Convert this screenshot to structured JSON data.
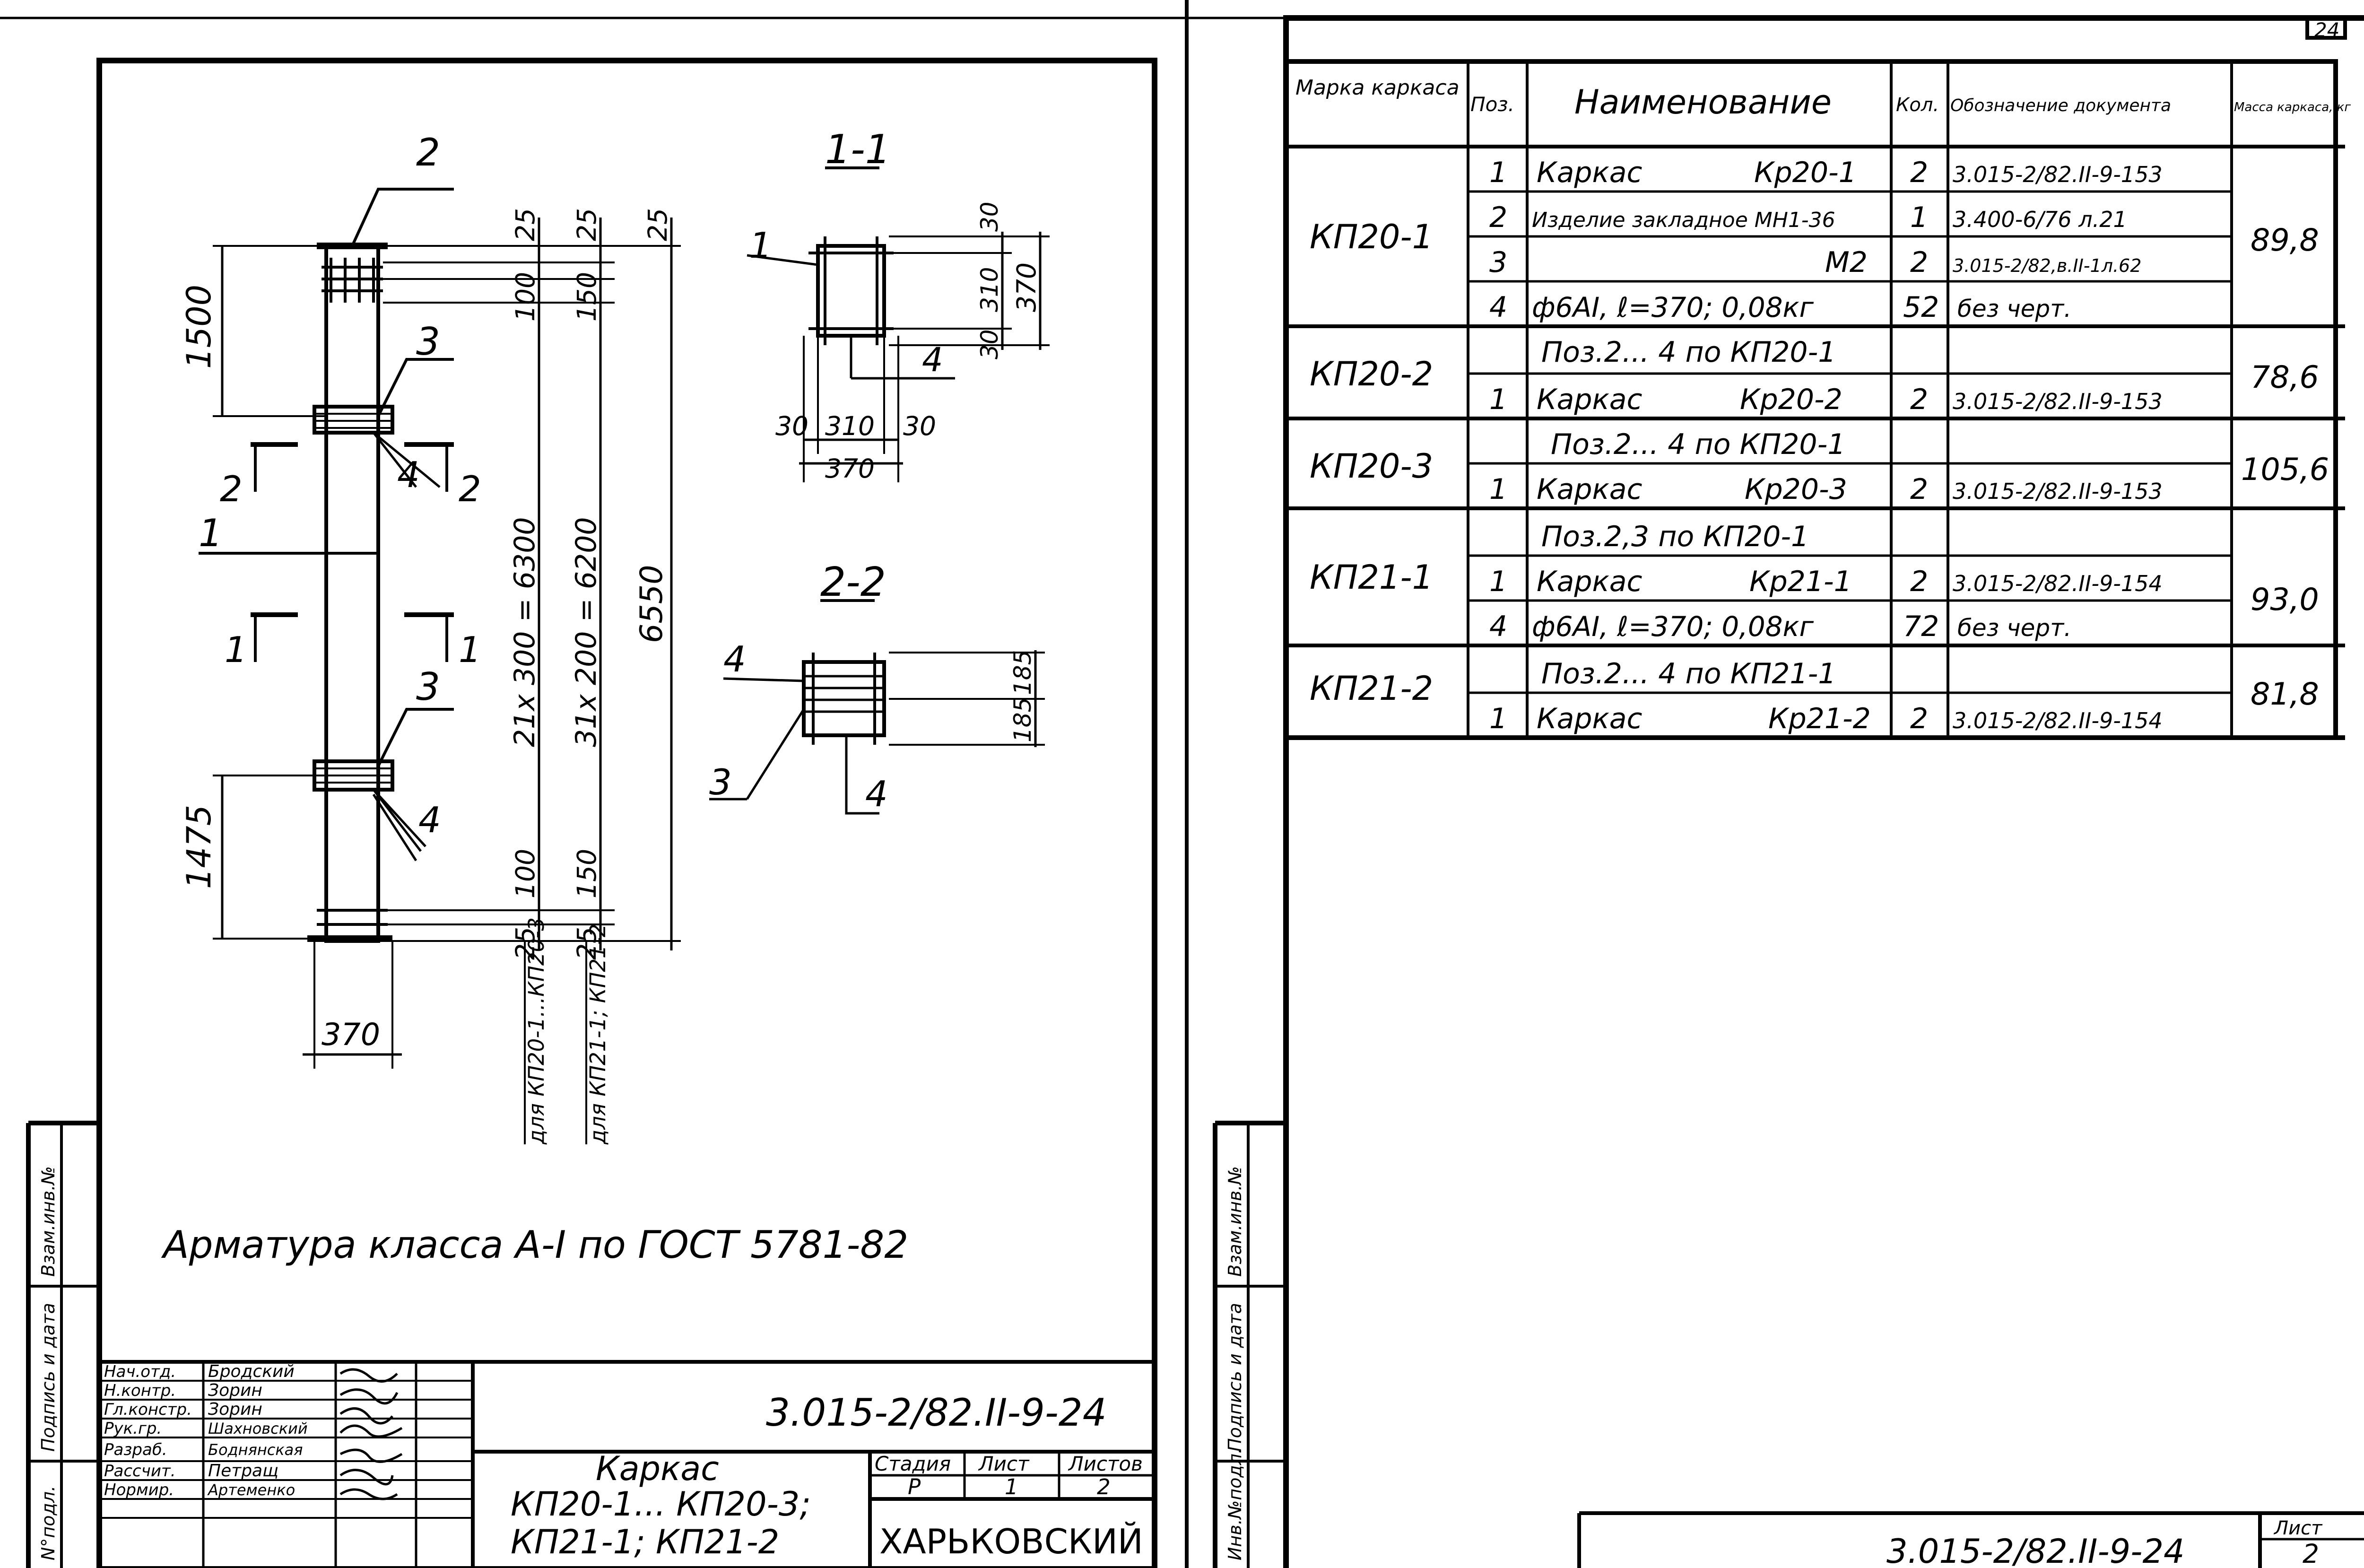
{
  "page_number_top": "24",
  "left_sheet": {
    "section_1_1": "1-1",
    "section_2_2": "2-2",
    "labels": {
      "pos2": "2",
      "pos3a": "3",
      "pos3b": "3",
      "pos4a": "4",
      "pos4b": "4",
      "pos1": "1",
      "cut2_left": "2",
      "cut2_right": "2",
      "cut1_left": "1",
      "cut1_right": "1",
      "s11_pos1": "1",
      "s11_pos4": "4",
      "s22_pos4": "4",
      "s22_pos3": "3",
      "s22_pos4b": "4"
    },
    "dims": {
      "d1500": "1500",
      "d1475": "1475",
      "d370_bottom": "370",
      "d25_a": "25",
      "d25_b": "25",
      "d25_c": "25",
      "d25_d": "25",
      "d25_e": "25",
      "d100_top": "100",
      "d150_top": "150",
      "d100_bot": "100",
      "d150_bot": "150",
      "d_21x300": "21x 300 = 6300",
      "d_31x200": "31x 200 = 6200",
      "d6550": "6550",
      "for_kp20": "для КП20-1...КП20-3",
      "for_kp21": "для КП21-1; КП21-2",
      "s11_30a": "30",
      "s11_310": "310",
      "s11_30b": "30",
      "s11_370": "370",
      "s11_30c": "30",
      "s11_310b": "310",
      "s11_30d": "30",
      "s11_370b": "370",
      "s22_185a": "185",
      "s22_185b": "185"
    },
    "note": "Арматура класса А-I по ГОСТ 5781-82",
    "side_stamp": [
      "Взам.инв.№",
      "Подпись и дата",
      "N°подл."
    ],
    "title_block": {
      "code": "3.015-2/82.II-9-24",
      "roles": [
        "Нач.отд.",
        "Н.контр.",
        "Гл.констр.",
        "Рук.гр.",
        "Разраб.",
        "Рассчит.",
        "Нормир."
      ],
      "names": [
        "Бродский",
        "Зорин",
        "Зорин",
        "Шахновский",
        "Боднянская",
        "Петращ",
        "Артеменко"
      ],
      "title_lines": [
        "Каркас",
        "КП20-1... КП20-3;",
        "КП21-1; КП21-2"
      ],
      "stage_hdr": "Стадия",
      "sheet_hdr": "Лист",
      "sheets_hdr": "Листов",
      "stage": "Р",
      "sheet": "1",
      "sheets": "2",
      "org": "ХАРЬКОВСКИЙ"
    }
  },
  "right_sheet": {
    "side_stamp": [
      "Взам.инв.№",
      "Подпись и дата",
      "Инв.№подл."
    ],
    "table": {
      "headers": {
        "mark": "Марка каркаса",
        "pos": "Поз.",
        "name": "Наименование",
        "qty": "Кол.",
        "doc": "Обозначение документа",
        "mass": "Масса каркаса, кг"
      },
      "groups": [
        {
          "mark": "КП20-1",
          "mass": "89,8",
          "rows": [
            {
              "pos": "1",
              "name": "Каркас",
              "name2": "Кр20-1",
              "qty": "2",
              "doc": "3.015-2/82.II-9-153"
            },
            {
              "pos": "2",
              "name": "Изделие закладное МН1-36",
              "name2": "",
              "qty": "1",
              "doc": "3.400-6/76 л.21"
            },
            {
              "pos": "3",
              "name": "",
              "name2": "М2",
              "qty": "2",
              "doc": "3.015-2/82,в.II-1л.62"
            },
            {
              "pos": "4",
              "name": "ф6АI, ℓ=370; 0,08кг",
              "name2": "",
              "qty": "52",
              "doc": "без черт."
            }
          ]
        },
        {
          "mark": "КП20-2",
          "mass": "78,6",
          "rows": [
            {
              "pos": "",
              "name": "Поз.2... 4 по КП20-1",
              "name2": "",
              "qty": "",
              "doc": ""
            },
            {
              "pos": "1",
              "name": "Каркас",
              "name2": "Кр20-2",
              "qty": "2",
              "doc": "3.015-2/82.II-9-153"
            }
          ]
        },
        {
          "mark": "КП20-3",
          "mass": "105,6",
          "rows": [
            {
              "pos": "",
              "name": "Поз.2... 4 по КП20-1",
              "name2": "",
              "qty": "",
              "doc": ""
            },
            {
              "pos": "1",
              "name": "Каркас",
              "name2": "Кр20-3",
              "qty": "2",
              "doc": "3.015-2/82.II-9-153"
            }
          ]
        },
        {
          "mark": "КП21-1",
          "mass": "93,0",
          "rows": [
            {
              "pos": "",
              "name": "Поз.2,3 по КП20-1",
              "name2": "",
              "qty": "",
              "doc": ""
            },
            {
              "pos": "1",
              "name": "Каркас",
              "name2": "Кр21-1",
              "qty": "2",
              "doc": "3.015-2/82.II-9-154"
            },
            {
              "pos": "4",
              "name": "ф6АI, ℓ=370; 0,08кг",
              "name2": "",
              "qty": "72",
              "doc": "без черт."
            }
          ]
        },
        {
          "mark": "КП21-2",
          "mass": "81,8",
          "rows": [
            {
              "pos": "",
              "name": "Поз.2... 4 по КП21-1",
              "name2": "",
              "qty": "",
              "doc": ""
            },
            {
              "pos": "1",
              "name": "Каркас",
              "name2": "Кр21-2",
              "qty": "2",
              "doc": "3.015-2/82.II-9-154"
            }
          ]
        }
      ]
    },
    "footer_code": "3.015-2/82.II-9-24",
    "sheet_hdr": "Лист",
    "sheet_no": "2"
  }
}
